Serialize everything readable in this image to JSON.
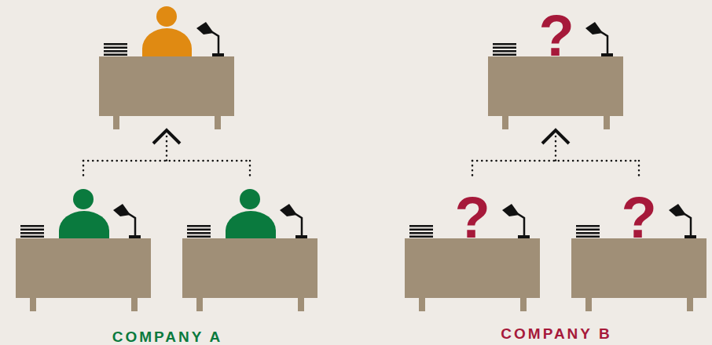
{
  "diagram": {
    "labels": [
      "?",
      "?",
      "?",
      "COMPANY A",
      "COMPANY B"
    ]
  }
}
